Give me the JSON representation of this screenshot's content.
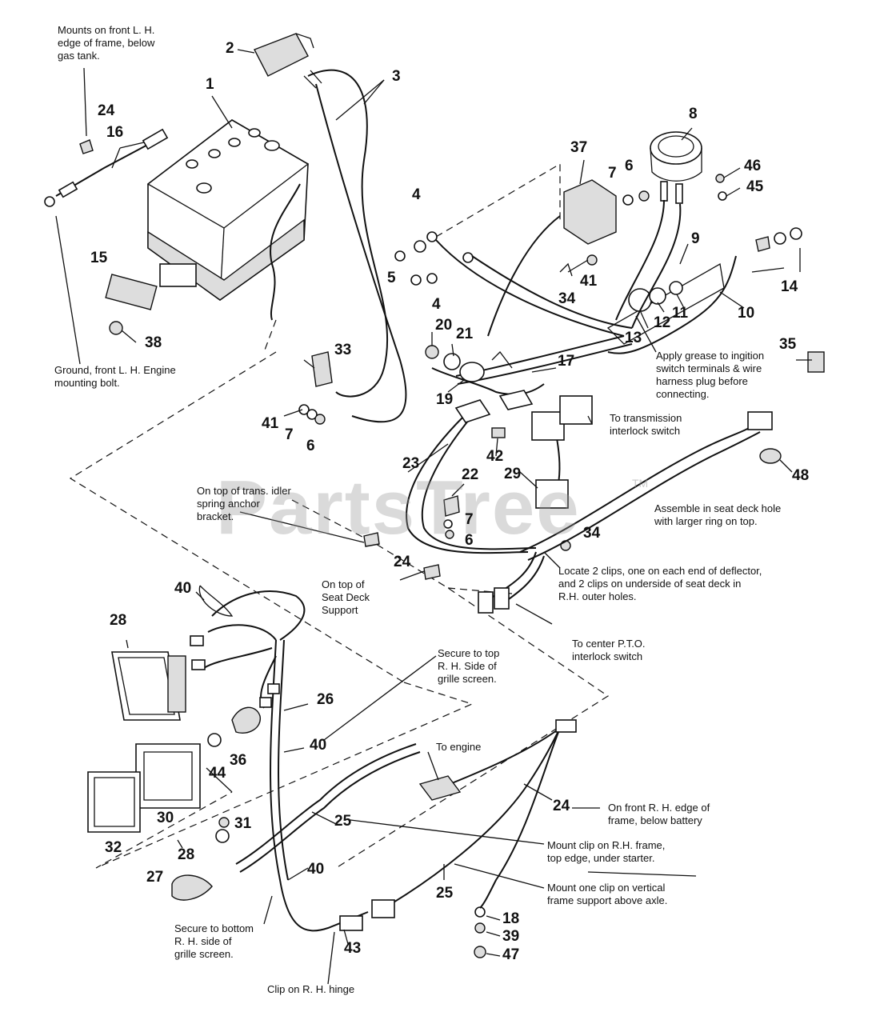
{
  "watermark": {
    "text": "PartsTree",
    "tm": "TM"
  },
  "notes": {
    "battery_ground_clip": "Mounts on front L. H.\nedge of frame, below\ngas tank.",
    "ground_bolt": "Ground, front L. H. Engine\nmounting bolt.",
    "grease": "Apply grease to ingition\nswitch terminals & wire\nharness plug before\nconnecting.",
    "trans_switch": "To transmission\ninterlock switch",
    "idler_bracket": "On top of trans. idler\nspring anchor\nbracket.",
    "seat_deck_hole": "Assemble in seat deck hole\nwith larger ring on top.",
    "seat_deck_support": "On top of\nSeat Deck\nSupport",
    "deflector_clips": "Locate 2 clips, one on each end of deflector,\nand 2 clips on underside of seat deck in\nR.H. outer holes.",
    "pto_switch": "To center P.T.O.\ninterlock switch",
    "grille_top": "Secure to top\nR. H. Side of\ngrille screen.",
    "to_engine": "To engine",
    "frame_front": "On front R. H. edge of\nframe, below battery",
    "starter_clip": "Mount clip on R.H. frame,\ntop edge, under starter.",
    "axle_clip": "Mount one clip on vertical\nframe support above axle.",
    "grille_bottom": "Secure to bottom\nR. H. side of\ngrille screen.",
    "hinge_clip": "Clip on R. H. hinge"
  },
  "callouts": {
    "c1": "1",
    "c2": "2",
    "c3": "3",
    "c4a": "4",
    "c4b": "4",
    "c5": "5",
    "c6a": "6",
    "c6b": "6",
    "c6c": "6",
    "c7a": "7",
    "c7b": "7",
    "c7c": "7",
    "c8": "8",
    "c9": "9",
    "c10": "10",
    "c11": "11",
    "c12": "12",
    "c13": "13",
    "c14": "14",
    "c15": "15",
    "c16": "16",
    "c17": "17",
    "c18": "18",
    "c19": "19",
    "c20": "20",
    "c21": "21",
    "c22": "22",
    "c23": "23",
    "c24a": "24",
    "c24b": "24",
    "c24c": "24",
    "c25a": "25",
    "c25b": "25",
    "c26": "26",
    "c27": "27",
    "c28a": "28",
    "c28b": "28",
    "c29": "29",
    "c30": "30",
    "c31": "31",
    "c32": "32",
    "c33": "33",
    "c34a": "34",
    "c34b": "34",
    "c35": "35",
    "c36": "36",
    "c37": "37",
    "c38": "38",
    "c39": "39",
    "c40a": "40",
    "c40b": "40",
    "c40c": "40",
    "c41a": "41",
    "c41b": "41",
    "c42": "42",
    "c43": "43",
    "c44": "44",
    "c45": "45",
    "c46": "46",
    "c47": "47",
    "c48": "48"
  }
}
